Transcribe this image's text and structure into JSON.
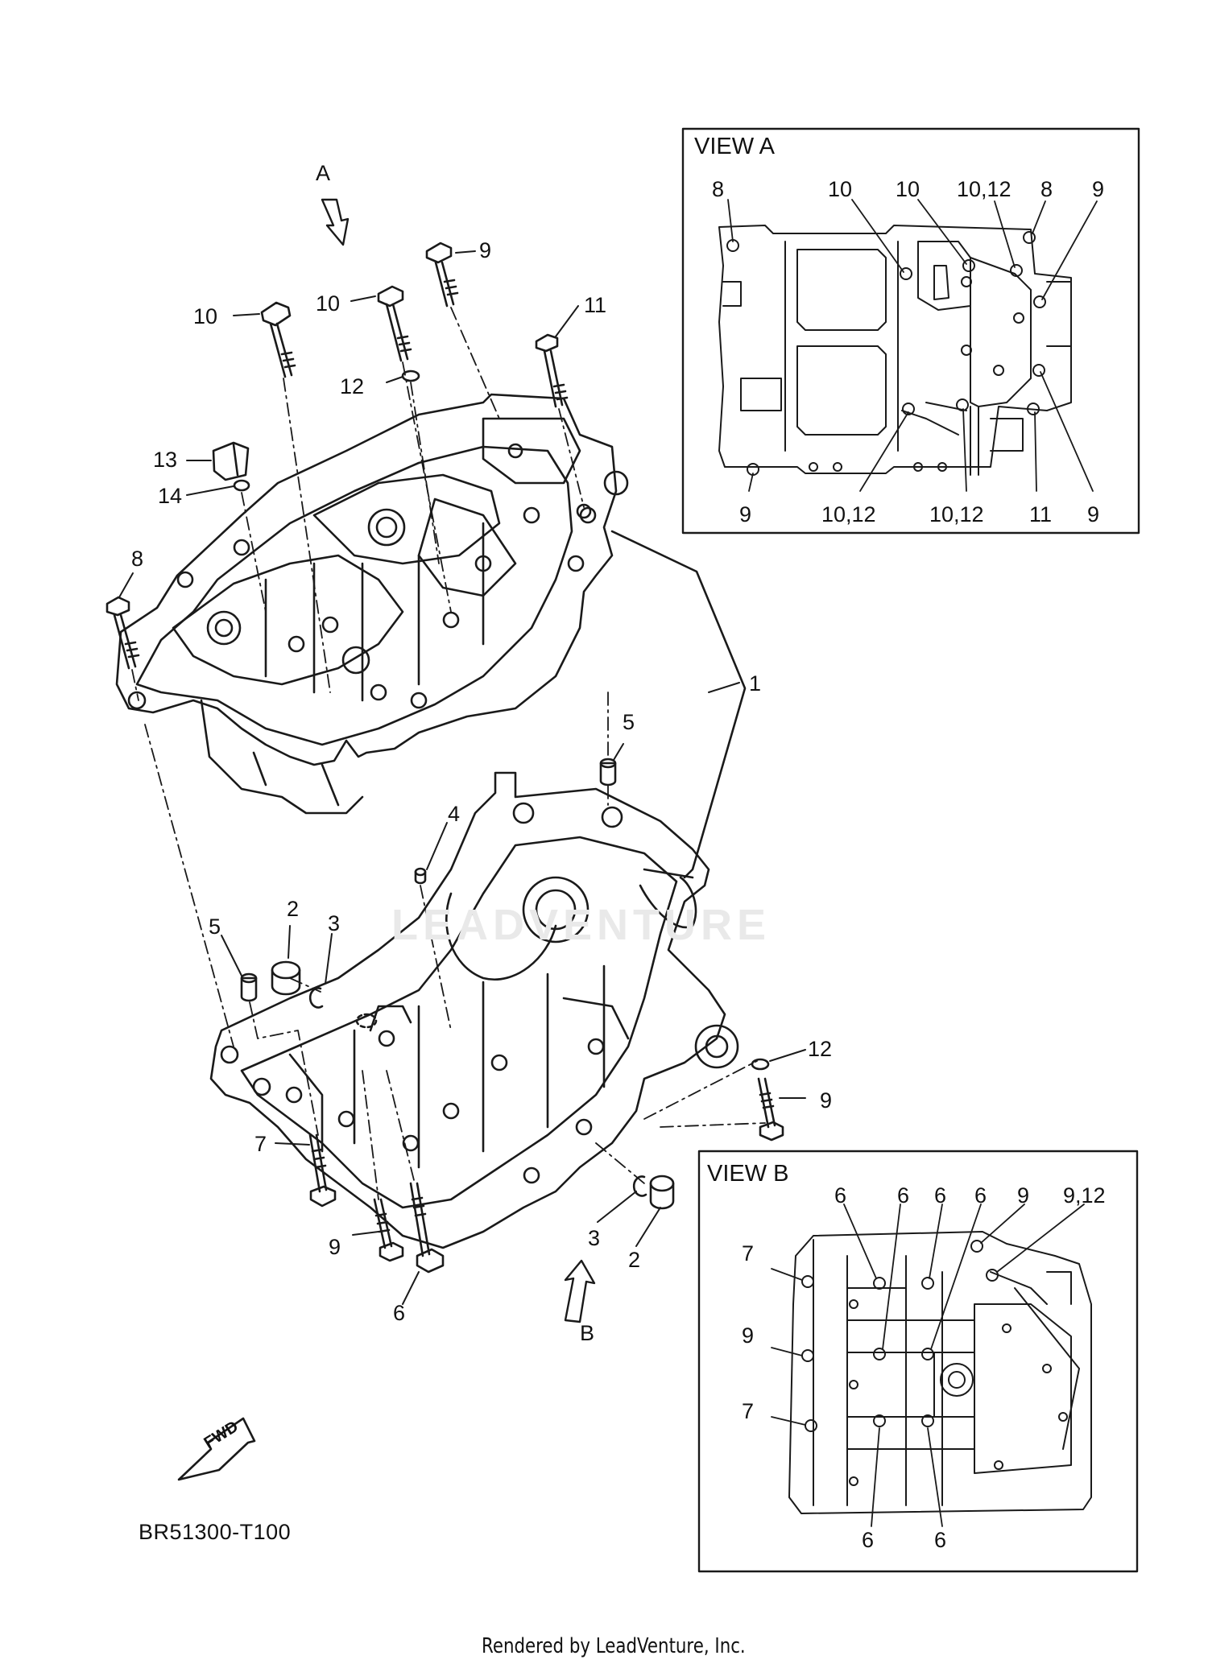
{
  "main_diagram": {
    "view_a_arrow_label": "A",
    "view_b_arrow_label": "B",
    "fwd_label": "FWD",
    "diagram_code": "BR51300-T100",
    "watermark": "LEADVENTURE",
    "callouts": {
      "c_9_top": "9",
      "c_10_left": "10",
      "c_10_mid": "10",
      "c_11": "11",
      "c_12_top": "12",
      "c_13": "13",
      "c_14": "14",
      "c_8": "8",
      "c_1": "1",
      "c_5_right": "5",
      "c_4": "4",
      "c_2_left": "2",
      "c_3_left": "3",
      "c_5_left": "5",
      "c_12_right": "12",
      "c_9_right": "9",
      "c_7": "7",
      "c_9_bottom": "9",
      "c_6": "6",
      "c_3_bottom": "3",
      "c_2_bottom": "2"
    }
  },
  "view_a": {
    "title": "VIEW A",
    "top_labels": [
      "8",
      "10",
      "10",
      "10,12",
      "8",
      "9"
    ],
    "bottom_labels": [
      "9",
      "10,12",
      "10,12",
      "11",
      "9"
    ]
  },
  "view_b": {
    "title": "VIEW B",
    "top_labels": [
      "6",
      "6",
      "6",
      "6",
      "9",
      "9,12"
    ],
    "left_labels": [
      "7",
      "9",
      "7"
    ],
    "bottom_labels": [
      "6",
      "6"
    ]
  },
  "footer": "Rendered by LeadVenture, Inc."
}
